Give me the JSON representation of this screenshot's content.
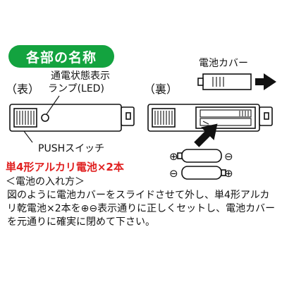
{
  "header": {
    "title": "各部の名称"
  },
  "labels": {
    "front": "（表）",
    "back": "（裏）",
    "lamp_line1": "通電状態表示",
    "lamp_line2": "ランプ(LED)",
    "push_switch": "PUSHスイッチ",
    "battery_cover": "電池カバー"
  },
  "battery": {
    "spec": "単4形アルカリ電池×2本"
  },
  "instructions": {
    "heading": "＜電池の入れ方＞",
    "body": "図のように電池カバーをスライドさせて外し、単4形アルカリ乾電池×2本を⊕⊖表示通りに正しくセットし、電池カバーを元通りに確実に閉めて下さい。"
  },
  "symbols": {
    "plus": "⊕",
    "minus": "⊖"
  },
  "colors": {
    "badge": "#13a33f",
    "accent": "#e02020"
  }
}
